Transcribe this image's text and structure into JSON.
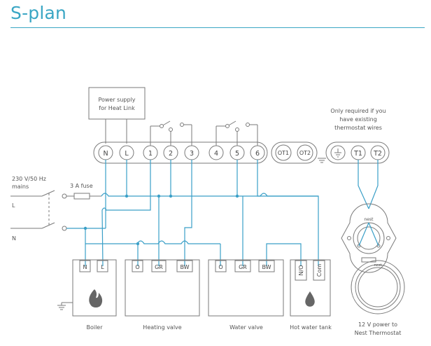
{
  "title": "S-plan",
  "heat_link": {
    "power_supply_label_1": "Power supply",
    "power_supply_label_2": "for Heat Link",
    "terminals": [
      "N",
      "L",
      "1",
      "2",
      "3",
      "4",
      "5",
      "6"
    ],
    "ot_terminals": [
      "OT1",
      "OT2"
    ],
    "t_terminals": [
      "T1",
      "T2"
    ]
  },
  "note": {
    "line1": "Only required if you",
    "line2": "have existing",
    "line3": "thermostat wires"
  },
  "mains": {
    "label_1": "230 V/50 Hz",
    "label_2": "mains",
    "fuse": "3 A fuse",
    "L": "L",
    "N": "N"
  },
  "devices": {
    "boiler": {
      "label": "Boiler",
      "terminals": [
        "N",
        "L"
      ]
    },
    "heating_valve": {
      "label": "Heating valve",
      "terminals": [
        "O",
        "GR",
        "BW"
      ]
    },
    "water_valve": {
      "label": "Water valve",
      "terminals": [
        "O",
        "GR",
        "BW"
      ]
    },
    "hot_water_tank": {
      "label": "Hot water tank",
      "terminals": [
        "N/O",
        "Com"
      ]
    },
    "thermostat": {
      "label_1": "12 V power to",
      "label_2": "Nest Thermostat",
      "logo": "nest"
    }
  },
  "colors": {
    "accent": "#3a9fc7",
    "outline": "#7a7a7a"
  }
}
